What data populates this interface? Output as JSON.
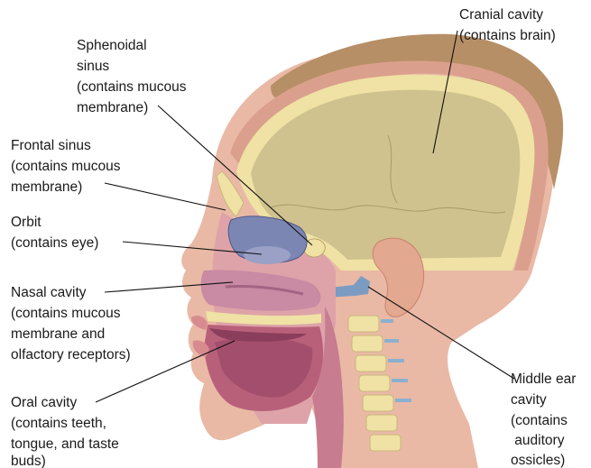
{
  "labels": {
    "cranial": [
      "Cranial cavity",
      "(contains brain)"
    ],
    "sphenoidal": [
      "Sphenoidal",
      "sinus",
      "(contains mucous",
      "membrane)"
    ],
    "frontal": [
      "Frontal sinus",
      "(contains mucous",
      "membrane)"
    ],
    "orbit": [
      "Orbit",
      "(contains eye)"
    ],
    "nasal": [
      "Nasal cavity",
      "(contains mucous",
      "membrane and",
      "olfactory receptors)"
    ],
    "oral": [
      "Oral cavity",
      "(contains teeth,",
      "tongue, and taste",
      "buds)"
    ],
    "middle_ear": [
      "Middle ear",
      "cavity",
      "(contains",
      " auditory",
      "ossicles)"
    ]
  },
  "colors": {
    "skin": "#e9b9a6",
    "skin_dark": "#d6957f",
    "hair": "#b78f66",
    "bone": "#efe2a4",
    "brain_cavity": "#cfc28e",
    "sinus_blue": "#7c86b3",
    "mucosa": "#c98aa3",
    "muscle": "#b8607a",
    "oral_dark": "#8a3e5c"
  }
}
